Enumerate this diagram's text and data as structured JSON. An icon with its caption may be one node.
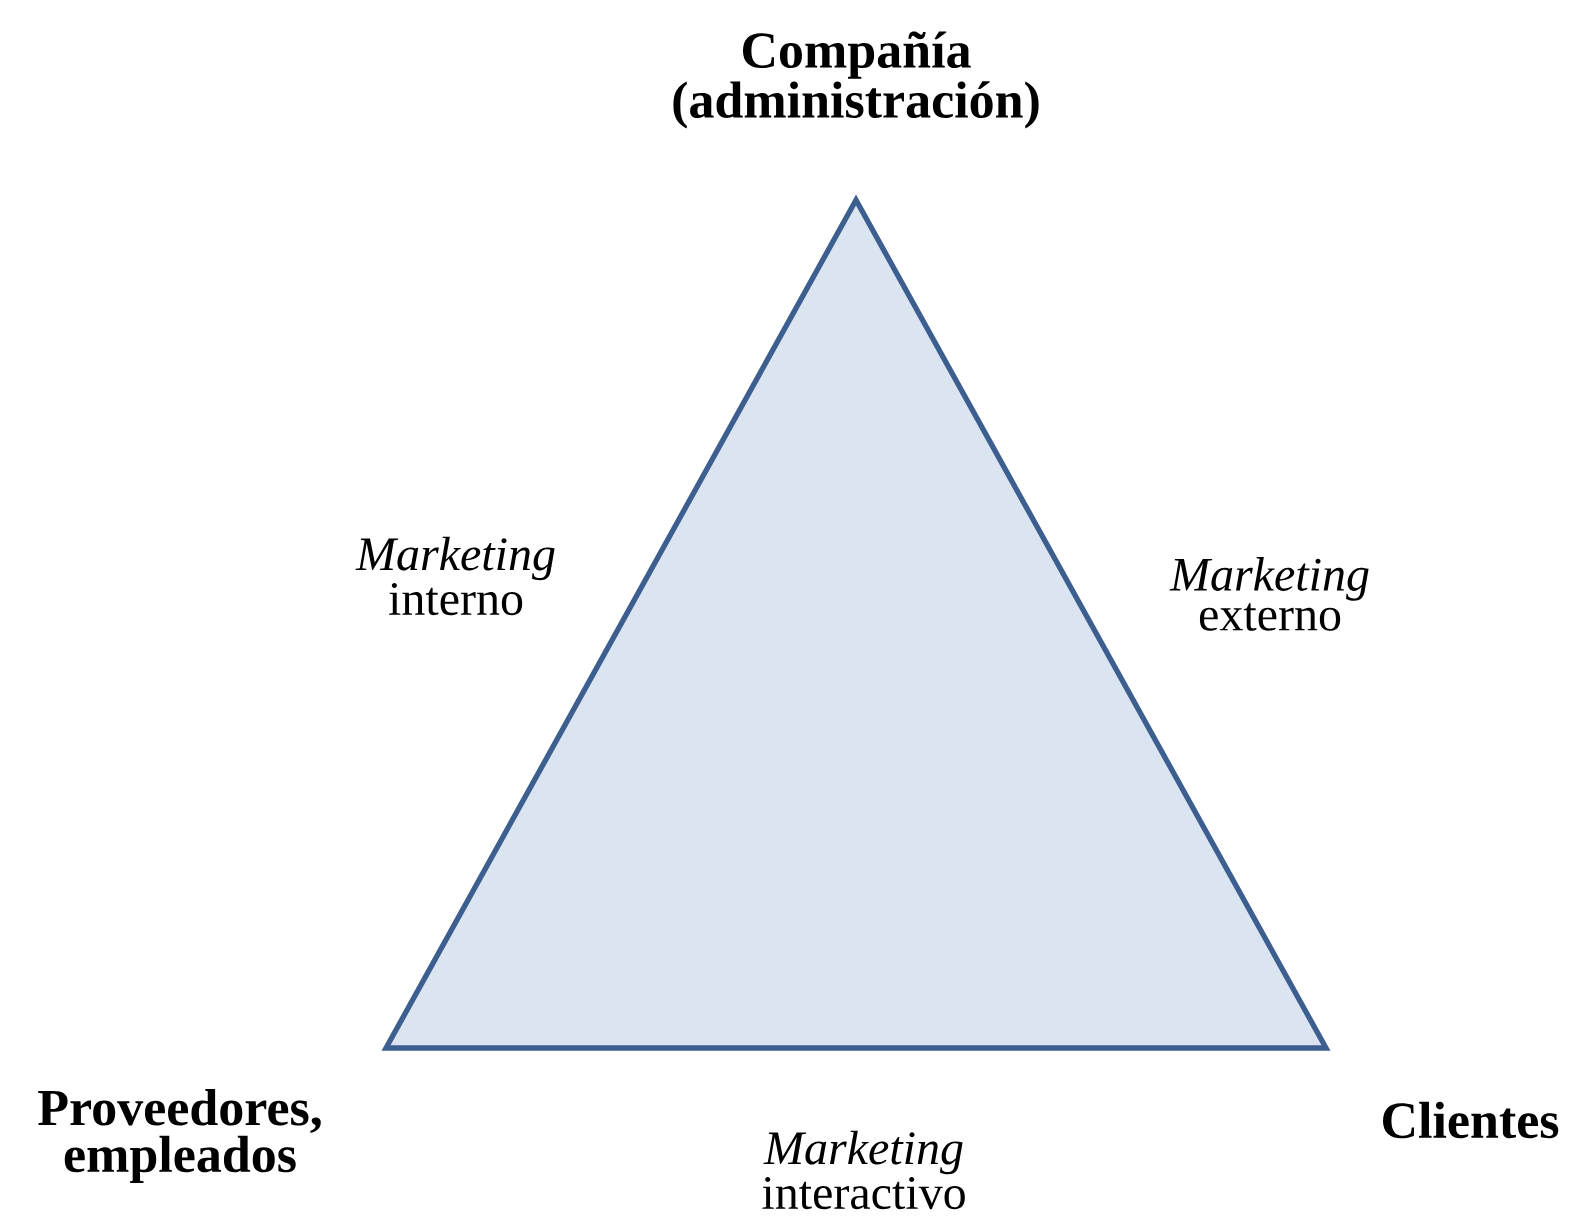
{
  "diagram": {
    "labels": [
      "Compañía (administración)",
      "*Marketing* interno",
      "*Marketing* externo",
      "Proveedores, empleados",
      "*Marketing* interactivo",
      "Clientes"
    ]
  }
}
